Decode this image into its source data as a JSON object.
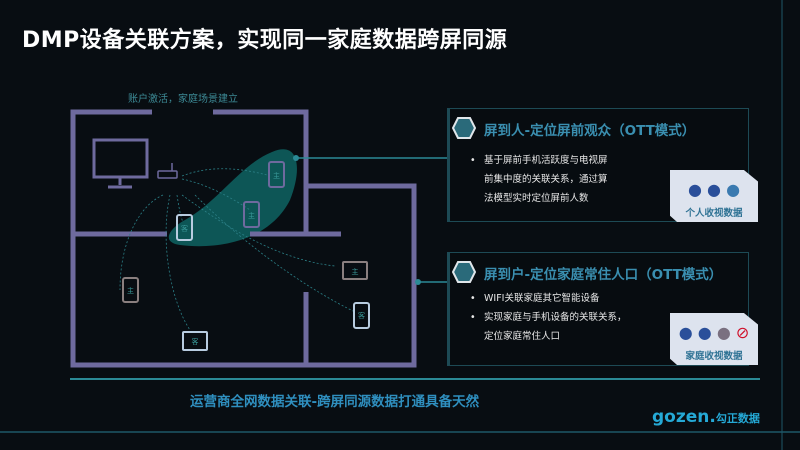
{
  "title": "DMP设备关联方案，实现同一家庭数据跨屏同源",
  "floorplan": {
    "caption": "账户激活，家庭场景建立",
    "devices": [
      {
        "type": "phone",
        "label": "主"
      },
      {
        "type": "phone",
        "label": "主"
      },
      {
        "type": "phone",
        "label": "客"
      },
      {
        "type": "phone",
        "label": "主"
      },
      {
        "type": "tablet",
        "label": "客"
      },
      {
        "type": "tablet",
        "label": "主"
      },
      {
        "type": "phone",
        "label": "客"
      }
    ]
  },
  "panels": [
    {
      "title": "屏到人-定位屏前观众（OTT模式）",
      "bullets": [
        [
          "基于屏前手机活跃度与电视屏",
          "前集中度的关联关系，通过算",
          "法模型实时定位屏前人数"
        ]
      ],
      "card": "个人收视数据"
    },
    {
      "title": "屏到户-定位家庭常住人口（OTT模式）",
      "bullets": [
        [
          "WIFI关联家庭其它智能设备"
        ],
        [
          "实现家庭与手机设备的关联关系，",
          "定位家庭常住人口"
        ]
      ],
      "card": "家庭收视数据"
    }
  ],
  "footer": "运营商全网数据关联-跨屏同源数据打通具备天然",
  "logo": {
    "word": "gozen.",
    "cn": "勾正数据"
  },
  "colors": {
    "wall": "#6e6a9e",
    "accent": "#2f8fbf",
    "blob": "#0d5656"
  }
}
